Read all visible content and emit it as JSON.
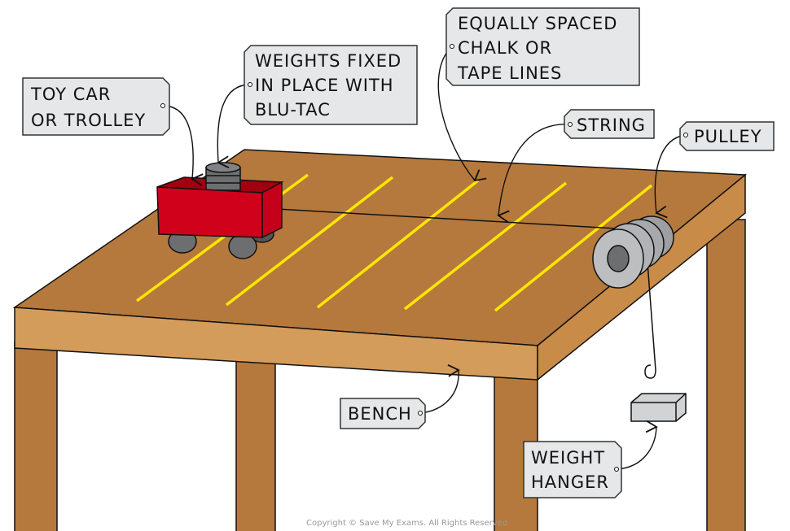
{
  "title": "Trolley on bench experiment setup",
  "labels": {
    "toy_car": [
      "TOY CAR",
      "OR TROLLEY"
    ],
    "weights": [
      "WEIGHTS FIXED",
      "IN PLACE WITH",
      "BLU-TAC"
    ],
    "lines": [
      "EQUALLY SPACED",
      "CHALK OR",
      "TAPE LINES"
    ],
    "string": "STRING",
    "pulley": "PULLEY",
    "bench": "BENCH",
    "hanger": [
      "WEIGHT",
      "HANGER"
    ]
  },
  "copyright": "Copyright © Save My Exams. All Rights Reserved",
  "colors": {
    "wood_top": "#b5793d",
    "wood_edge": "#d49c5a",
    "car": "#d0021b",
    "tape": "#ffe600",
    "tag": "#e6e7e8"
  }
}
